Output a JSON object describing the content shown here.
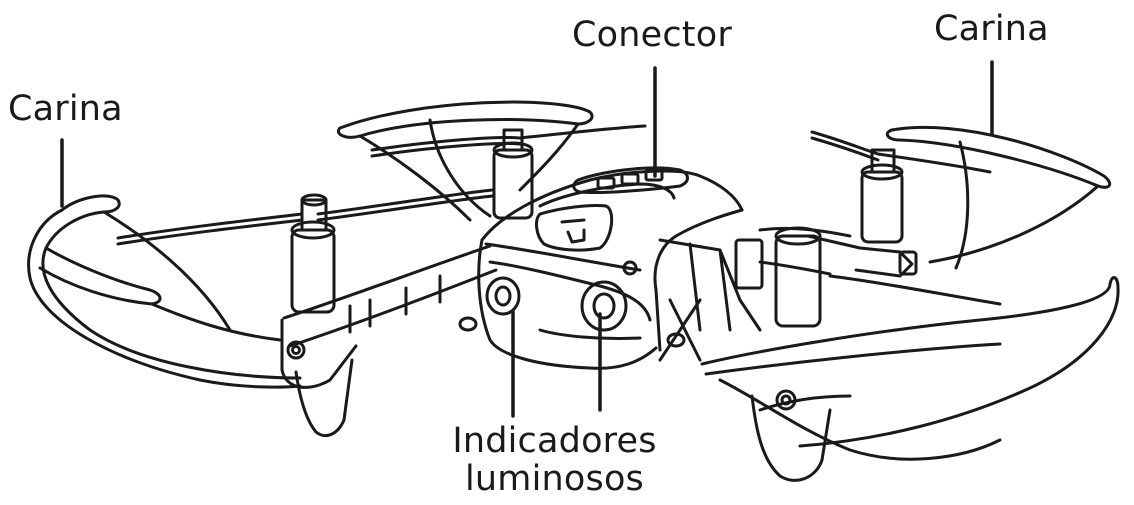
{
  "labels": {
    "carina_left": "Carina",
    "connector": "Conector",
    "carina_right": "Carina",
    "indicators_line1": "Indicadores",
    "indicators_line2": "luminosos"
  },
  "colors": {
    "line": "#1a1a1a",
    "background": "#ffffff"
  }
}
